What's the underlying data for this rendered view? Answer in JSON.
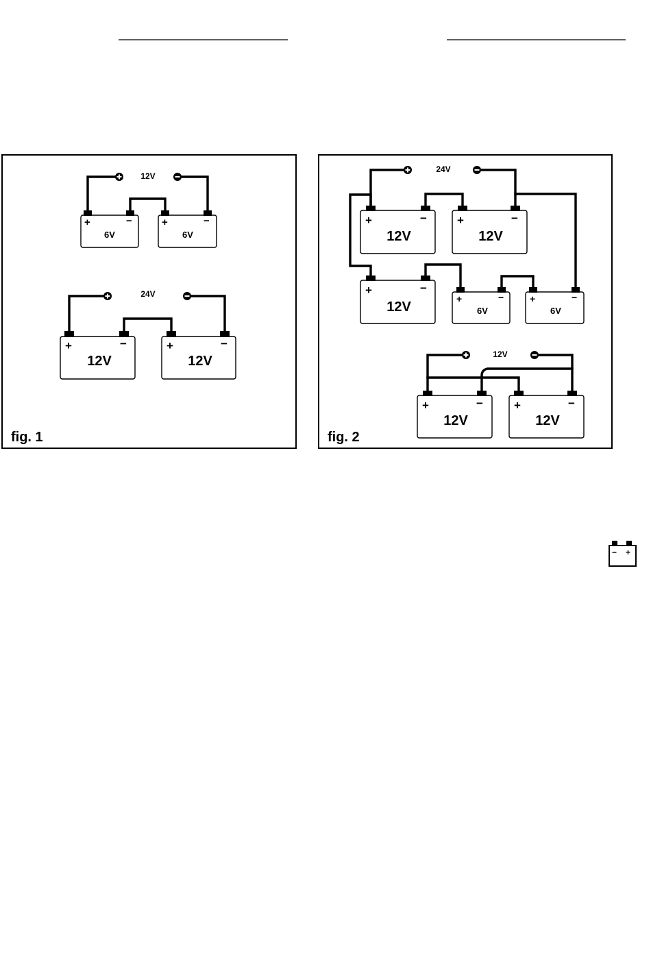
{
  "figures": [
    {
      "id": "fig1",
      "label": "fig. 1",
      "circuits": [
        {
          "output": "12V",
          "batteries": [
            {
              "voltage": "6V",
              "plus": "+",
              "minus": "−"
            },
            {
              "voltage": "6V",
              "plus": "+",
              "minus": "−"
            }
          ]
        },
        {
          "output": "24V",
          "batteries": [
            {
              "voltage": "12V",
              "plus": "+",
              "minus": "−"
            },
            {
              "voltage": "12V",
              "plus": "+",
              "minus": "−"
            }
          ]
        }
      ]
    },
    {
      "id": "fig2",
      "label": "fig. 2",
      "circuits": [
        {
          "output": "24V",
          "batteries": [
            {
              "voltage": "12V",
              "plus": "+",
              "minus": "−"
            },
            {
              "voltage": "12V",
              "plus": "+",
              "minus": "−"
            },
            {
              "voltage": "12V",
              "plus": "+",
              "minus": "−"
            },
            {
              "voltage": "6V",
              "plus": "+",
              "minus": "−"
            },
            {
              "voltage": "6V",
              "plus": "+",
              "minus": "−"
            }
          ]
        },
        {
          "output": "12V",
          "batteries": [
            {
              "voltage": "12V",
              "plus": "+",
              "minus": "−"
            },
            {
              "voltage": "12V",
              "plus": "+",
              "minus": "−"
            }
          ]
        }
      ]
    }
  ],
  "battery_icon": {
    "minus": "−",
    "plus": "+"
  }
}
